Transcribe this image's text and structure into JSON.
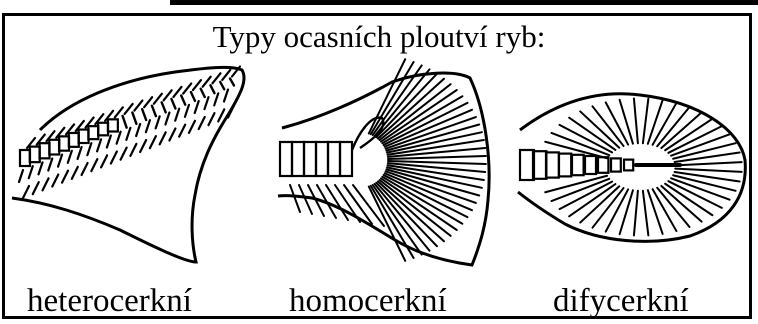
{
  "title": "Typy ocasních ploutví ryb:",
  "fins": [
    {
      "id": "heterocercal",
      "label": "heterocerkní"
    },
    {
      "id": "homocercal",
      "label": "homocerkní"
    },
    {
      "id": "diphycercal",
      "label": "difycerkní"
    }
  ]
}
